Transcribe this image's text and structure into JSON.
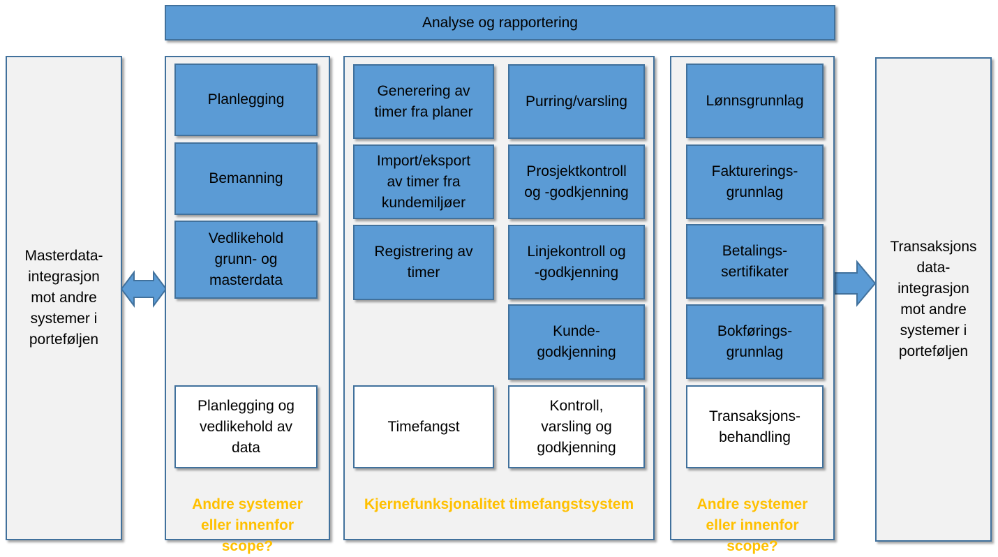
{
  "diagram": {
    "top_bar": "Analyse og rapportering",
    "left_panel": "Masterdata-\nintegrasjon\nmot andre\nsystemer i\nporteføljen",
    "right_panel": "Transaksjons\ndata-\nintegrasjon\nmot andre\nsystemer i\nporteføljen",
    "col1": {
      "items": [
        "Planlegging",
        "Bemanning",
        "Vedlikehold\ngrunn- og\nmasterdata"
      ],
      "footer": "Planlegging og\nvedlikehold av\ndata",
      "caption": "Andre systemer\neller innenfor\nscope?"
    },
    "col2": {
      "left_items": [
        "Generering av\ntimer fra planer",
        "Import/eksport\nav timer fra\nkundemiljøer",
        "Registrering av\ntimer"
      ],
      "right_items": [
        "Purring/varsling",
        "Prosjektkontroll\nog -godkjenning",
        "Linjekontroll og\n-godkjenning",
        "Kunde-\ngodkjenning"
      ],
      "footer_left": "Timefangst",
      "footer_right": "Kontroll,\nvarsling og\ngodkjenning",
      "caption": "Kjernefunksjonalitet timefangstsystem"
    },
    "col3": {
      "items": [
        "Lønnsgrunnlag",
        "Fakturerings-\ngrunnlag",
        "Betalings-\nsertifikater",
        "Bokførings-\ngrunnlag"
      ],
      "footer": "Transaksjons-\nbehandling",
      "caption": "Andre systemer\neller innenfor\nscope?"
    },
    "colors": {
      "box_fill": "#5b9bd5",
      "box_border": "#41719c",
      "panel_fill": "#f2f2f2",
      "caption": "#ffc000"
    }
  }
}
